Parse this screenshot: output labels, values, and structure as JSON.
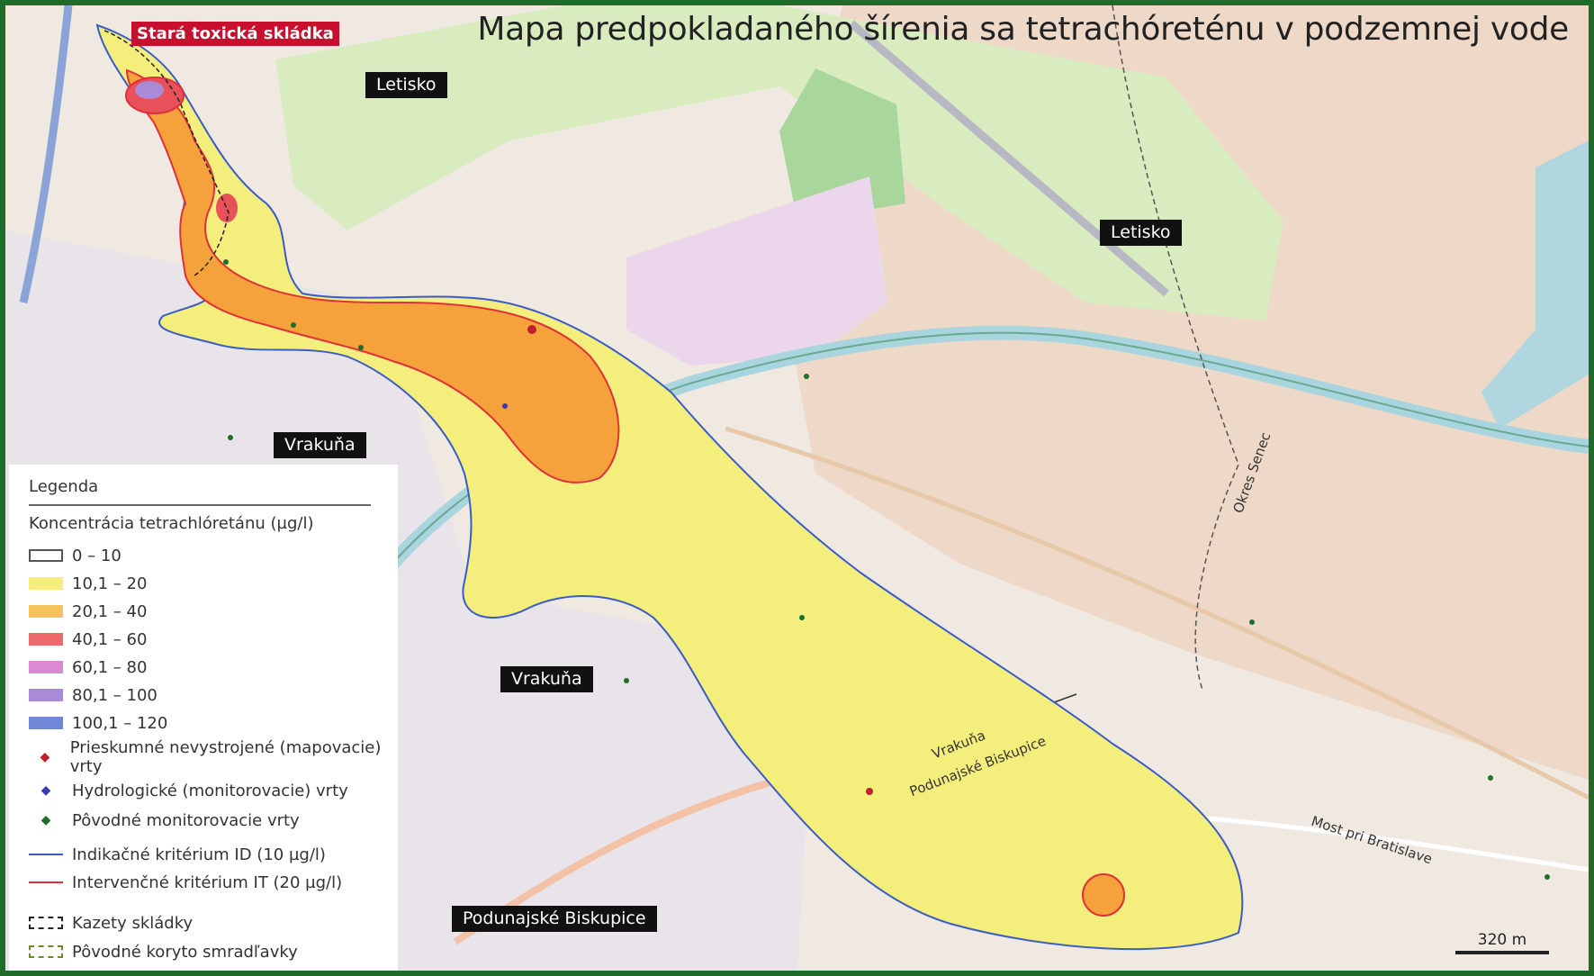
{
  "map": {
    "title": "Mapa predpokladaného šírenia sa tetrachóreténu v podzemnej vode",
    "landfill_label": "Stará toxická skládka",
    "place_labels": {
      "letisko_1": "Letisko",
      "letisko_2": "Letisko",
      "vrakuna_1": "Vrakuňa",
      "vrakuna_2": "Vrakuňa",
      "podunajske": "Podunajské Biskupice"
    },
    "boundary_labels": {
      "vrakuna": "Vrakuňa",
      "podunajske": "Podunajské Biskupice",
      "okres": "Okres Senec",
      "most": "Most pri Bratislave"
    },
    "scale": "320 m"
  },
  "legend": {
    "title": "Legenda",
    "subtitle": "Koncentrácia tetrachlóretánu (µg/l)",
    "ranges": [
      {
        "label": "0 – 10",
        "color": "#ffffff",
        "border": "#555555"
      },
      {
        "label": "10,1 – 20",
        "color": "#f4ee7c",
        "border": "#f4ee7c"
      },
      {
        "label": "20,1 – 40",
        "color": "#f6c45c",
        "border": "#f6c45c"
      },
      {
        "label": "40,1 – 60",
        "color": "#ee6a6a",
        "border": "#ee6a6a"
      },
      {
        "label": "60,1 – 80",
        "color": "#d98ad0",
        "border": "#d98ad0"
      },
      {
        "label": "80,1 – 100",
        "color": "#a98ad6",
        "border": "#a98ad6"
      },
      {
        "label": "100,1 – 120",
        "color": "#7286d8",
        "border": "#7286d8"
      }
    ],
    "wells": [
      {
        "label": "Prieskumné nevystrojené (mapovacie) vrty",
        "color": "#c0202c"
      },
      {
        "label": "Hydrologické (monitorovacie) vrty",
        "color": "#3a3ab0"
      },
      {
        "label": "Pôvodné monitorovacie vrty",
        "color": "#1e6e2a"
      }
    ],
    "criteria": [
      {
        "label": "Indikačné kritérium ID (10 µg/l)",
        "color": "#3a5cc8"
      },
      {
        "label": "Intervenčné kritérium IT (20 µg/l)",
        "color": "#e0303a"
      }
    ],
    "boxes": [
      {
        "label": "Kazety skládky",
        "color": "#222222"
      },
      {
        "label": "Pôvodné koryto smradľavky",
        "color": "#6a8a2a"
      }
    ]
  },
  "colors": {
    "plume_yellow": "#f4ee7c",
    "plume_orange": "#f5a23c",
    "plume_red": "#e8505a",
    "outline_blue": "#3a5cc8",
    "outline_red": "#e0303a",
    "frame_green": "#1f6b2a"
  }
}
